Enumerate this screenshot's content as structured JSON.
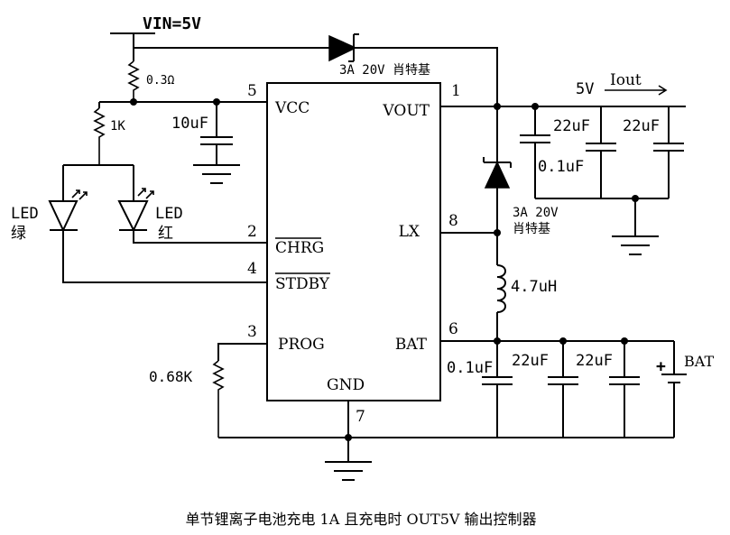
{
  "chip": {
    "pins": {
      "vcc": {
        "number": "5",
        "label": "VCC"
      },
      "chrg": {
        "number": "2",
        "label": "CHRG"
      },
      "stdby": {
        "number": "4",
        "label": "STDBY"
      },
      "prog": {
        "number": "3",
        "label": "PROG"
      },
      "vout": {
        "number": "1",
        "label": "VOUT"
      },
      "lx": {
        "number": "8",
        "label": "LX"
      },
      "bat": {
        "number": "6",
        "label": "BAT"
      },
      "gnd": {
        "number": "7",
        "label": "GND"
      }
    }
  },
  "labels": {
    "vin": "VIN=5V",
    "r_sense": "0.3Ω",
    "r_led": "1K",
    "c_vcc": "10uF",
    "led_green_a": "LED",
    "led_green_b": "绿",
    "led_red_a": "LED",
    "led_red_b": "红",
    "diode_top": "3A 20V 肖特基",
    "out_voltage": "5V",
    "out_current": "Iout",
    "c_out1": "22uF",
    "c_out2": "22uF",
    "c_out3": "0.1uF",
    "diode_vert_a": "3A 20V",
    "diode_vert_b": "肖特基",
    "inductor": "4.7uH",
    "r_prog": "0.68K",
    "c_bat1": "0.1uF",
    "c_bat2": "22uF",
    "c_bat3": "22uF",
    "bat_plus": "+",
    "bat": "BAT"
  },
  "caption": "单节锂离子电池充电 1A 且充电时 OUT5V 输出控制器"
}
